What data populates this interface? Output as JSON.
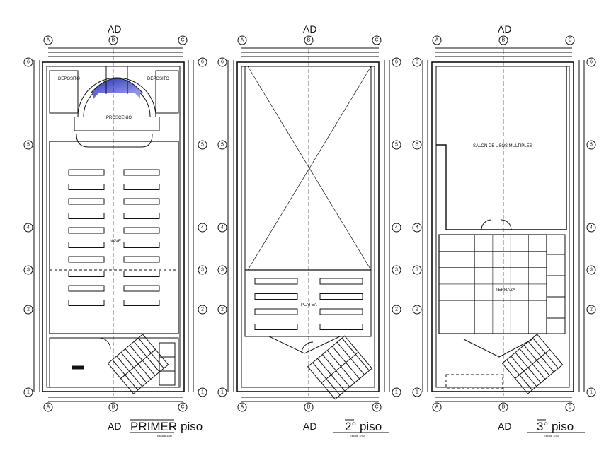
{
  "plans": [
    {
      "id": "primer",
      "title_main": "PRIMER",
      "title_suffix": "piso",
      "scale_note": "Escala 1/50",
      "section_mark": "AD",
      "column_axes": [
        "A",
        "B",
        "C"
      ],
      "row_axes": [
        "6",
        "5",
        "4",
        "3",
        "2",
        "1"
      ],
      "rooms": {
        "deposito_left": "DEPÓSITO",
        "deposito_right": "DEPÓSITO",
        "proscenio": "PROSCENIO",
        "nave": "NAVE"
      }
    },
    {
      "id": "segundo",
      "title_main": "2° piso",
      "scale_note": "Escala 1/50",
      "section_mark": "AD",
      "column_axes": [
        "A",
        "B",
        "C"
      ],
      "row_axes": [
        "6",
        "5",
        "4",
        "3",
        "2",
        "1"
      ],
      "rooms": {
        "platea": "PLATEA"
      }
    },
    {
      "id": "tercero",
      "title_main": "3° piso",
      "scale_note": "Escala 1/50",
      "section_mark": "AD",
      "column_axes": [
        "A",
        "B",
        "C"
      ],
      "row_axes": [
        "6",
        "5",
        "4",
        "3",
        "2",
        "1"
      ],
      "rooms": {
        "salon": "SALON DE USOS MULTIPLES",
        "terraza": "TERRAZA"
      }
    }
  ],
  "colors": {
    "line": "#111111",
    "stage_fill": "#4a52c8"
  },
  "pew_counts": {
    "primer_rows": 10,
    "segundo_rows": 4
  }
}
